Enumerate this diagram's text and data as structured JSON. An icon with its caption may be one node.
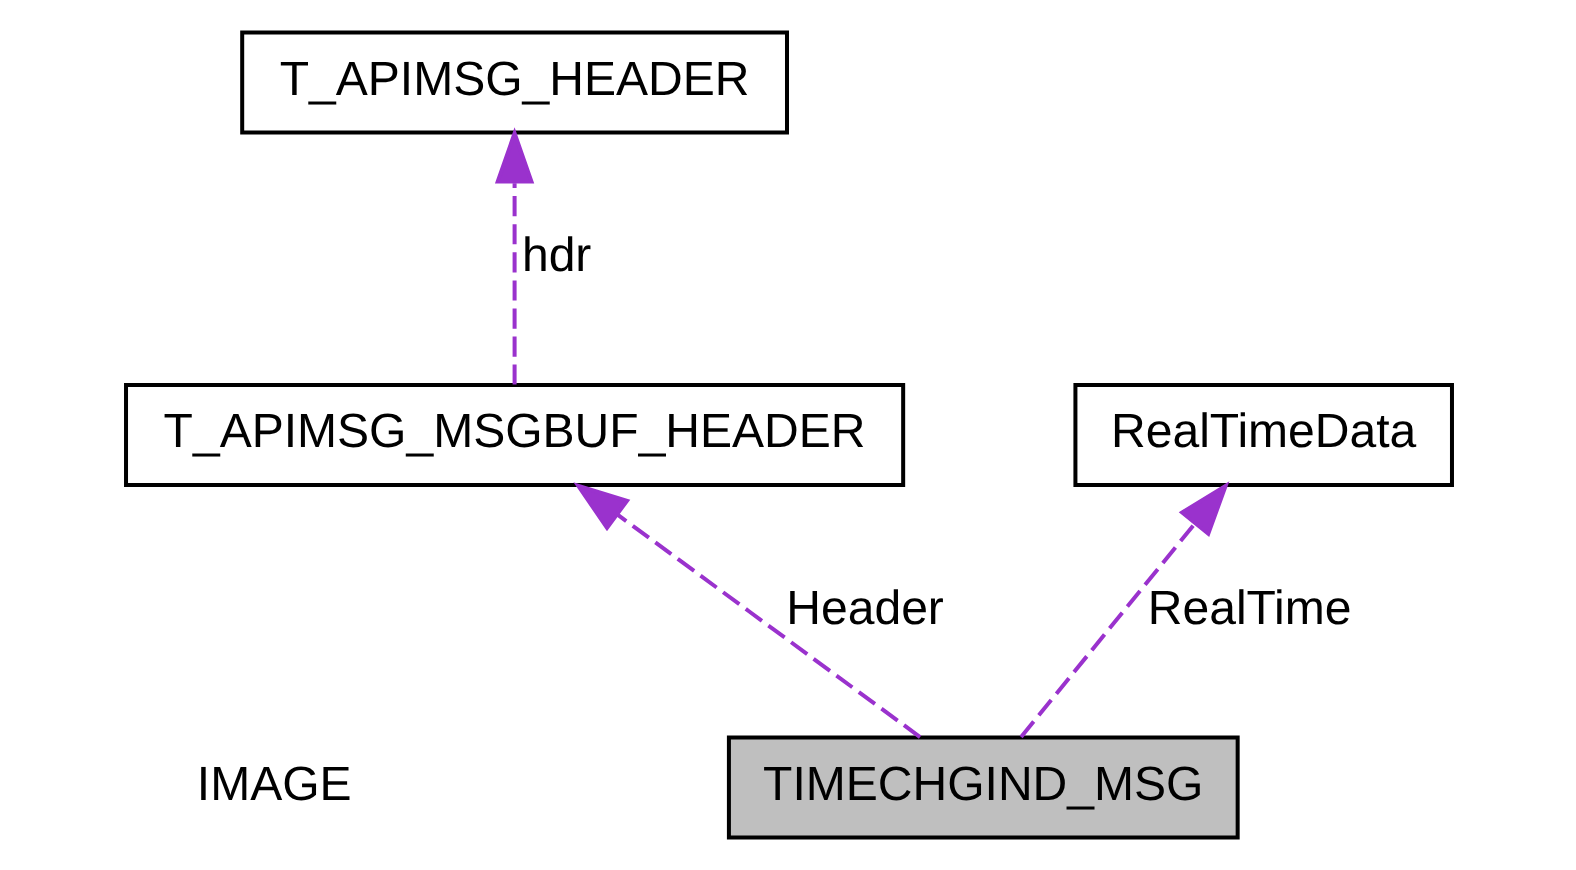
{
  "diagram": {
    "nodes": [
      {
        "text": [
          "T_APIMSG_HEADER"
        ]
      },
      {
        "text": [
          "T_APIMSG_MSGBUF_HEADER"
        ]
      },
      {
        "text": [
          "RealTimeData"
        ]
      },
      {
        "text": [
          "TIMECHGIND_MSG"
        ]
      }
    ],
    "edges": [
      {
        "from": 1,
        "to": 0,
        "arrow": "to",
        "label": "hdr",
        "style": "dashed"
      },
      {
        "from": 3,
        "to": 1,
        "arrow": "to",
        "label": "Header",
        "style": "dashed"
      },
      {
        "from": 3,
        "to": 2,
        "arrow": "to",
        "label": "RealTime",
        "style": "dashed"
      }
    ],
    "labels": [
      "IMAGE"
    ]
  }
}
